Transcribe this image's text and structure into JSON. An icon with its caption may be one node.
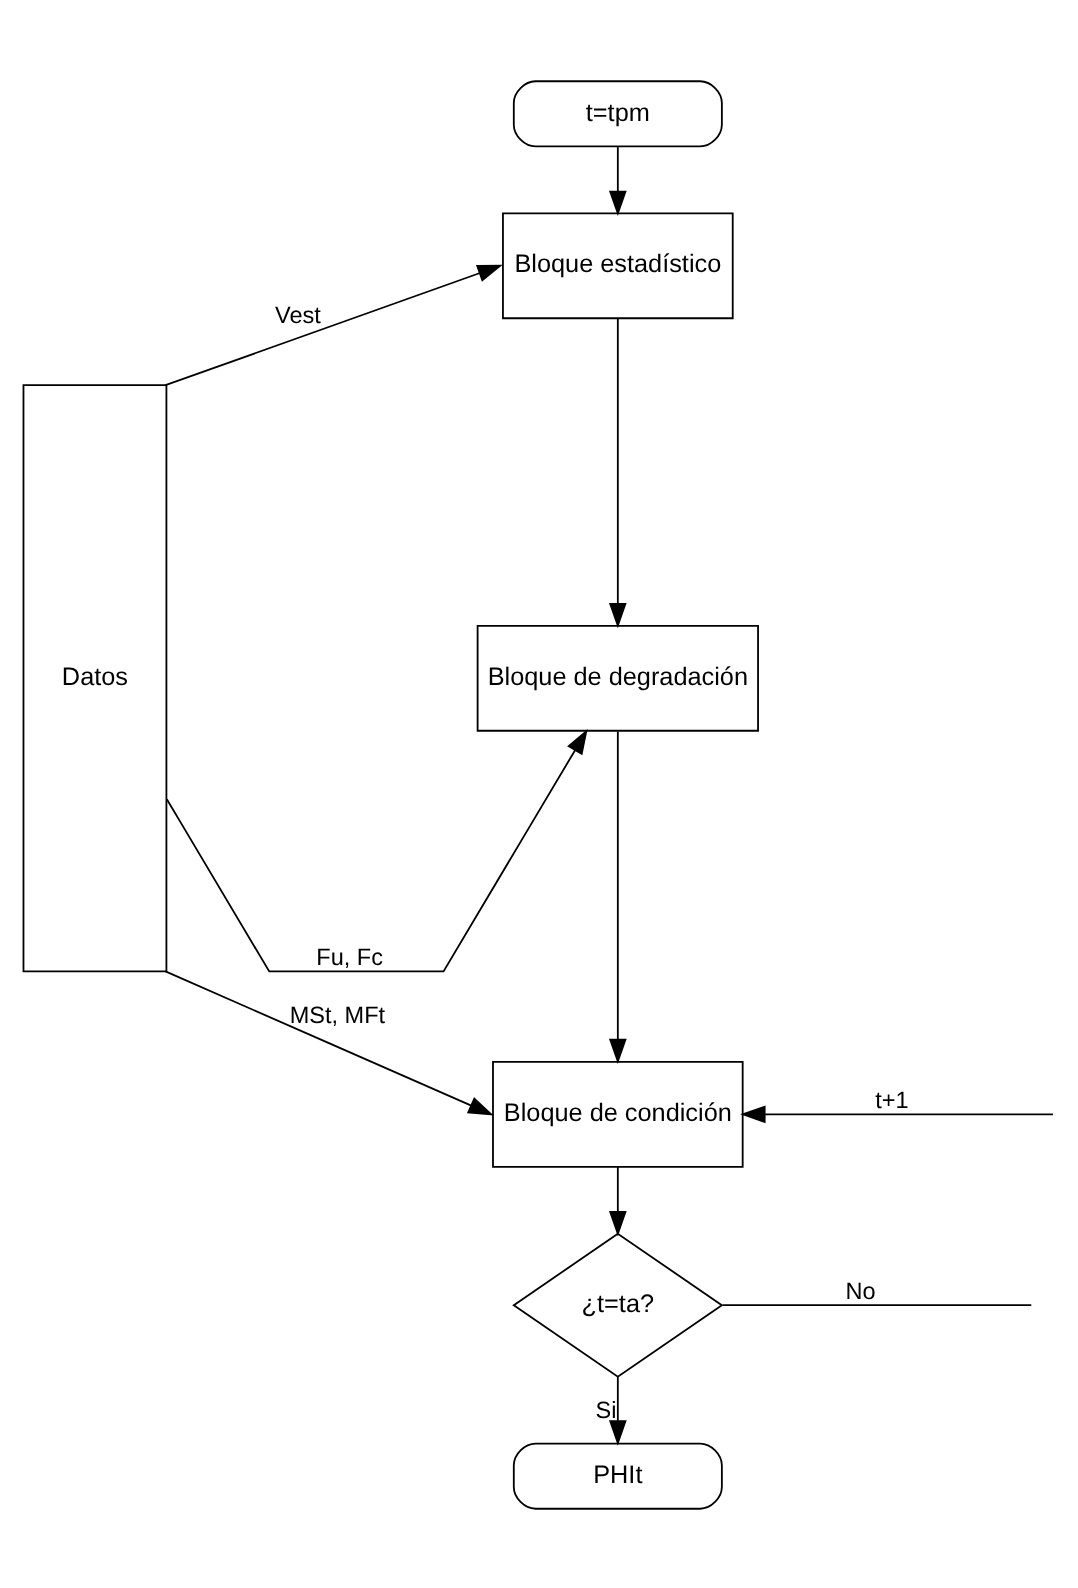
{
  "diagram": {
    "nodes": [
      {
        "text": [
          "t=tpm"
        ]
      },
      {
        "text": [
          "Bloque estadístico"
        ]
      },
      {
        "text": [
          "Bloque de degradación"
        ]
      },
      {
        "text": [
          "Bloque de condición"
        ]
      },
      {
        "text": [
          "¿t=ta?"
        ]
      },
      {
        "text": [
          "PHIt"
        ]
      },
      {
        "text": [
          "Datos"
        ]
      }
    ],
    "edges": [
      {
        "from": 0,
        "to": 1,
        "arrow": "to"
      },
      {
        "from": 6,
        "to": 1,
        "arrow": "to",
        "label": "Vest"
      },
      {
        "from": 1,
        "to": 2,
        "arrow": "to"
      },
      {
        "from": 6,
        "to": 2,
        "arrow": "to",
        "label": "Fu, Fc"
      },
      {
        "from": 2,
        "to": 3,
        "arrow": "to"
      },
      {
        "from": 6,
        "to": 3,
        "arrow": "to",
        "label": "MSt, MFt"
      },
      {
        "from": null,
        "to": 3,
        "arrow": "to",
        "label": "t+1"
      },
      {
        "from": 3,
        "to": 4,
        "arrow": "to"
      },
      {
        "from": 4,
        "to": null,
        "arrow": "none",
        "label": "No"
      },
      {
        "from": 4,
        "to": 5,
        "arrow": "to",
        "label": "Si"
      }
    ]
  }
}
